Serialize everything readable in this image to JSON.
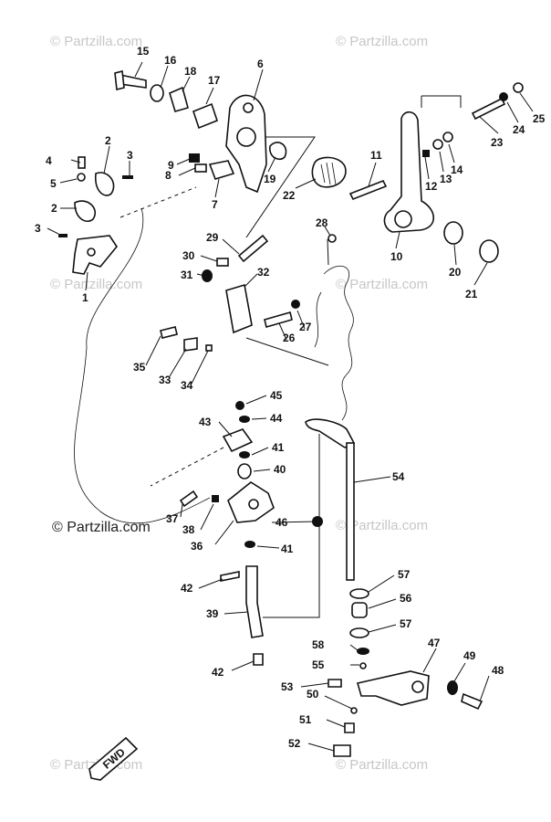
{
  "watermark": {
    "text": "© Partzilla.com",
    "featured_text": "© Partzilla.com"
  },
  "fwd_label": "FWD",
  "callouts": [
    "1",
    "2",
    "2",
    "3",
    "3",
    "4",
    "5",
    "6",
    "7",
    "8",
    "9",
    "10",
    "11",
    "12",
    "13",
    "14",
    "15",
    "16",
    "17",
    "18",
    "19",
    "20",
    "21",
    "22",
    "23",
    "24",
    "25",
    "26",
    "27",
    "28",
    "29",
    "30",
    "31",
    "32",
    "33",
    "34",
    "35",
    "36",
    "37",
    "38",
    "39",
    "40",
    "41",
    "41",
    "42",
    "42",
    "43",
    "44",
    "45",
    "46",
    "47",
    "48",
    "49",
    "50",
    "51",
    "52",
    "53",
    "54",
    "55",
    "56",
    "57",
    "57",
    "58"
  ]
}
